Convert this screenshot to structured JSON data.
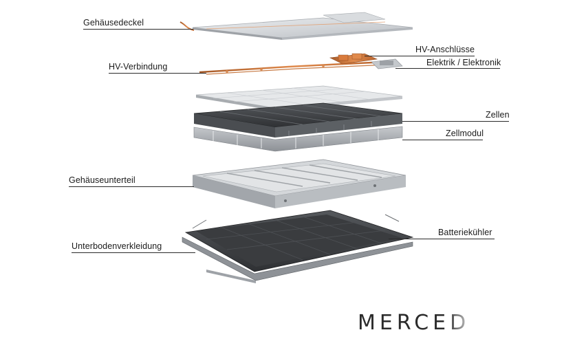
{
  "labels": {
    "housing_lid": "Gehäusedeckel",
    "hv_connection": "HV-Verbindung",
    "hv_ports": "HV-Anschlüsse",
    "electrics": "Elektrik / Elektronik",
    "cells": "Zellen",
    "cell_module": "Zellmodul",
    "housing_bottom": "Gehäuseunterteil",
    "battery_cooler": "Batteriekühler",
    "underbody_panel": "Unterbodenverkleidung"
  },
  "brand": {
    "text": "MERCED"
  },
  "colors": {
    "copper": "#c8733a",
    "aluminium": "#c9ccd0",
    "cell_dark": "#3b3d40",
    "cooler_dark": "#2f3134",
    "line": "#2a2a2a"
  }
}
